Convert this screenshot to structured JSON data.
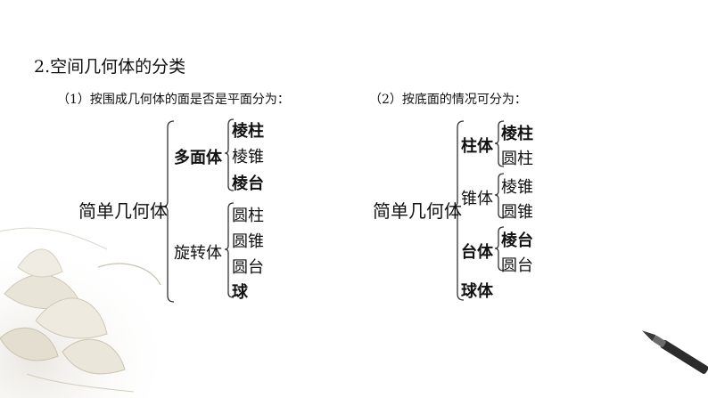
{
  "title": "2.空间几何体的分类",
  "left": {
    "subtitle": "（1）按围成几何体的面是否是平面分为：",
    "root": "简单几何体",
    "groups": [
      {
        "label": "多面体",
        "items": [
          "棱柱",
          "棱锥",
          "棱台"
        ]
      },
      {
        "label": "旋转体",
        "items": [
          "圆柱",
          "圆锥",
          "圆台",
          "球"
        ]
      }
    ]
  },
  "right": {
    "subtitle": "（2）按底面的情况可分为：",
    "root": "简单几何体",
    "groups": [
      {
        "label": "柱体",
        "items": [
          "棱柱",
          "圆柱"
        ]
      },
      {
        "label": "锥体",
        "items": [
          "棱锥",
          "圆锥"
        ]
      },
      {
        "label": "台体",
        "items": [
          "棱台",
          "圆台"
        ]
      },
      {
        "label": "球体",
        "items": []
      }
    ]
  }
}
